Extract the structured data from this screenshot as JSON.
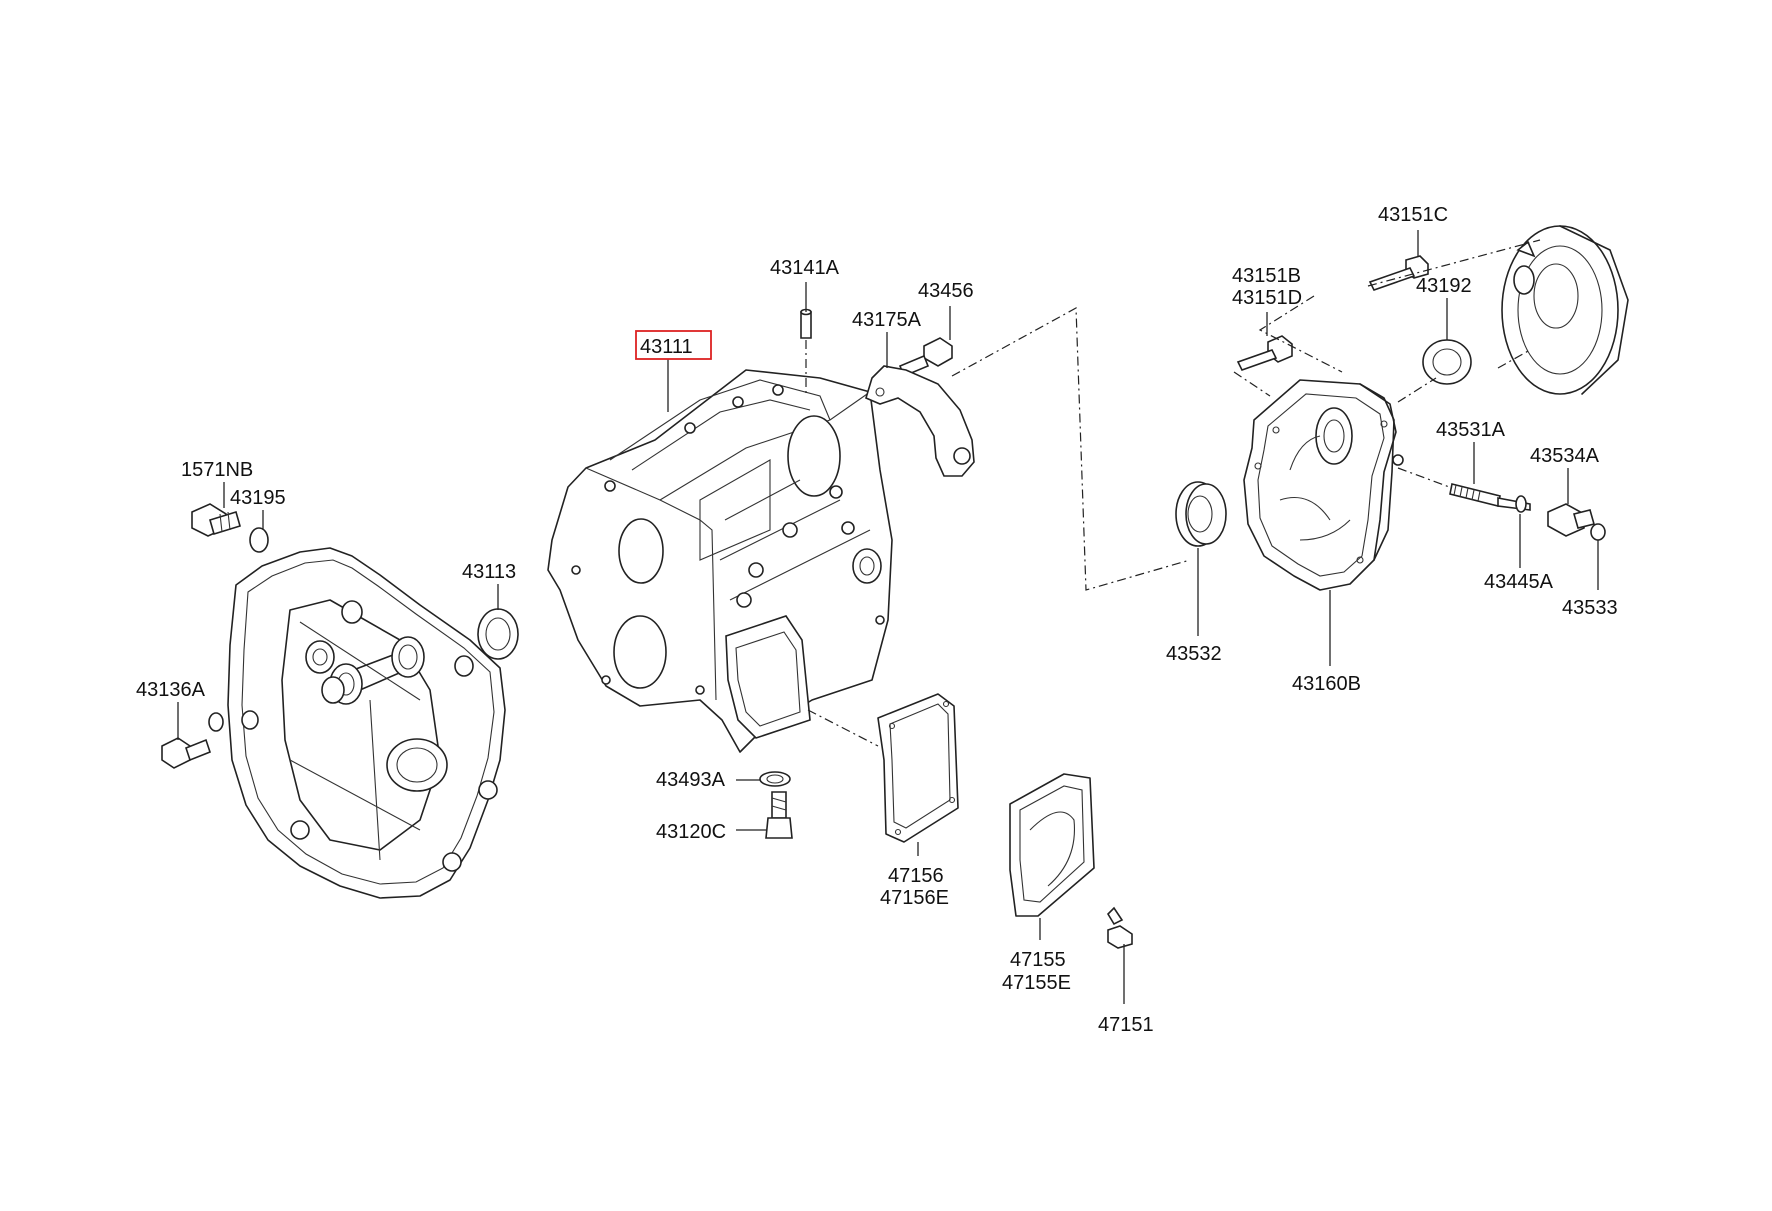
{
  "diagram": {
    "highlighted_part": "43111",
    "labels": {
      "p43111": "43111",
      "p43141A": "43141A",
      "p43456": "43456",
      "p43175A": "43175A",
      "p1571NB": "1571NB",
      "p43195": "43195",
      "p43113": "43113",
      "p43136A": "43136A",
      "p43493A": "43493A",
      "p43120C": "43120C",
      "p47156": "47156",
      "p47156E": "47156E",
      "p47155": "47155",
      "p47155E": "47155E",
      "p47151": "47151",
      "p43151C": "43151C",
      "p43151B": "43151B",
      "p43151D": "43151D",
      "p43192": "43192",
      "p43531A": "43531A",
      "p43534A": "43534A",
      "p43445A": "43445A",
      "p43533": "43533",
      "p43532": "43532",
      "p43160B": "43160B"
    }
  },
  "colors": {
    "line": "#222222",
    "highlight_box": "#dd2222",
    "background": "#ffffff"
  }
}
